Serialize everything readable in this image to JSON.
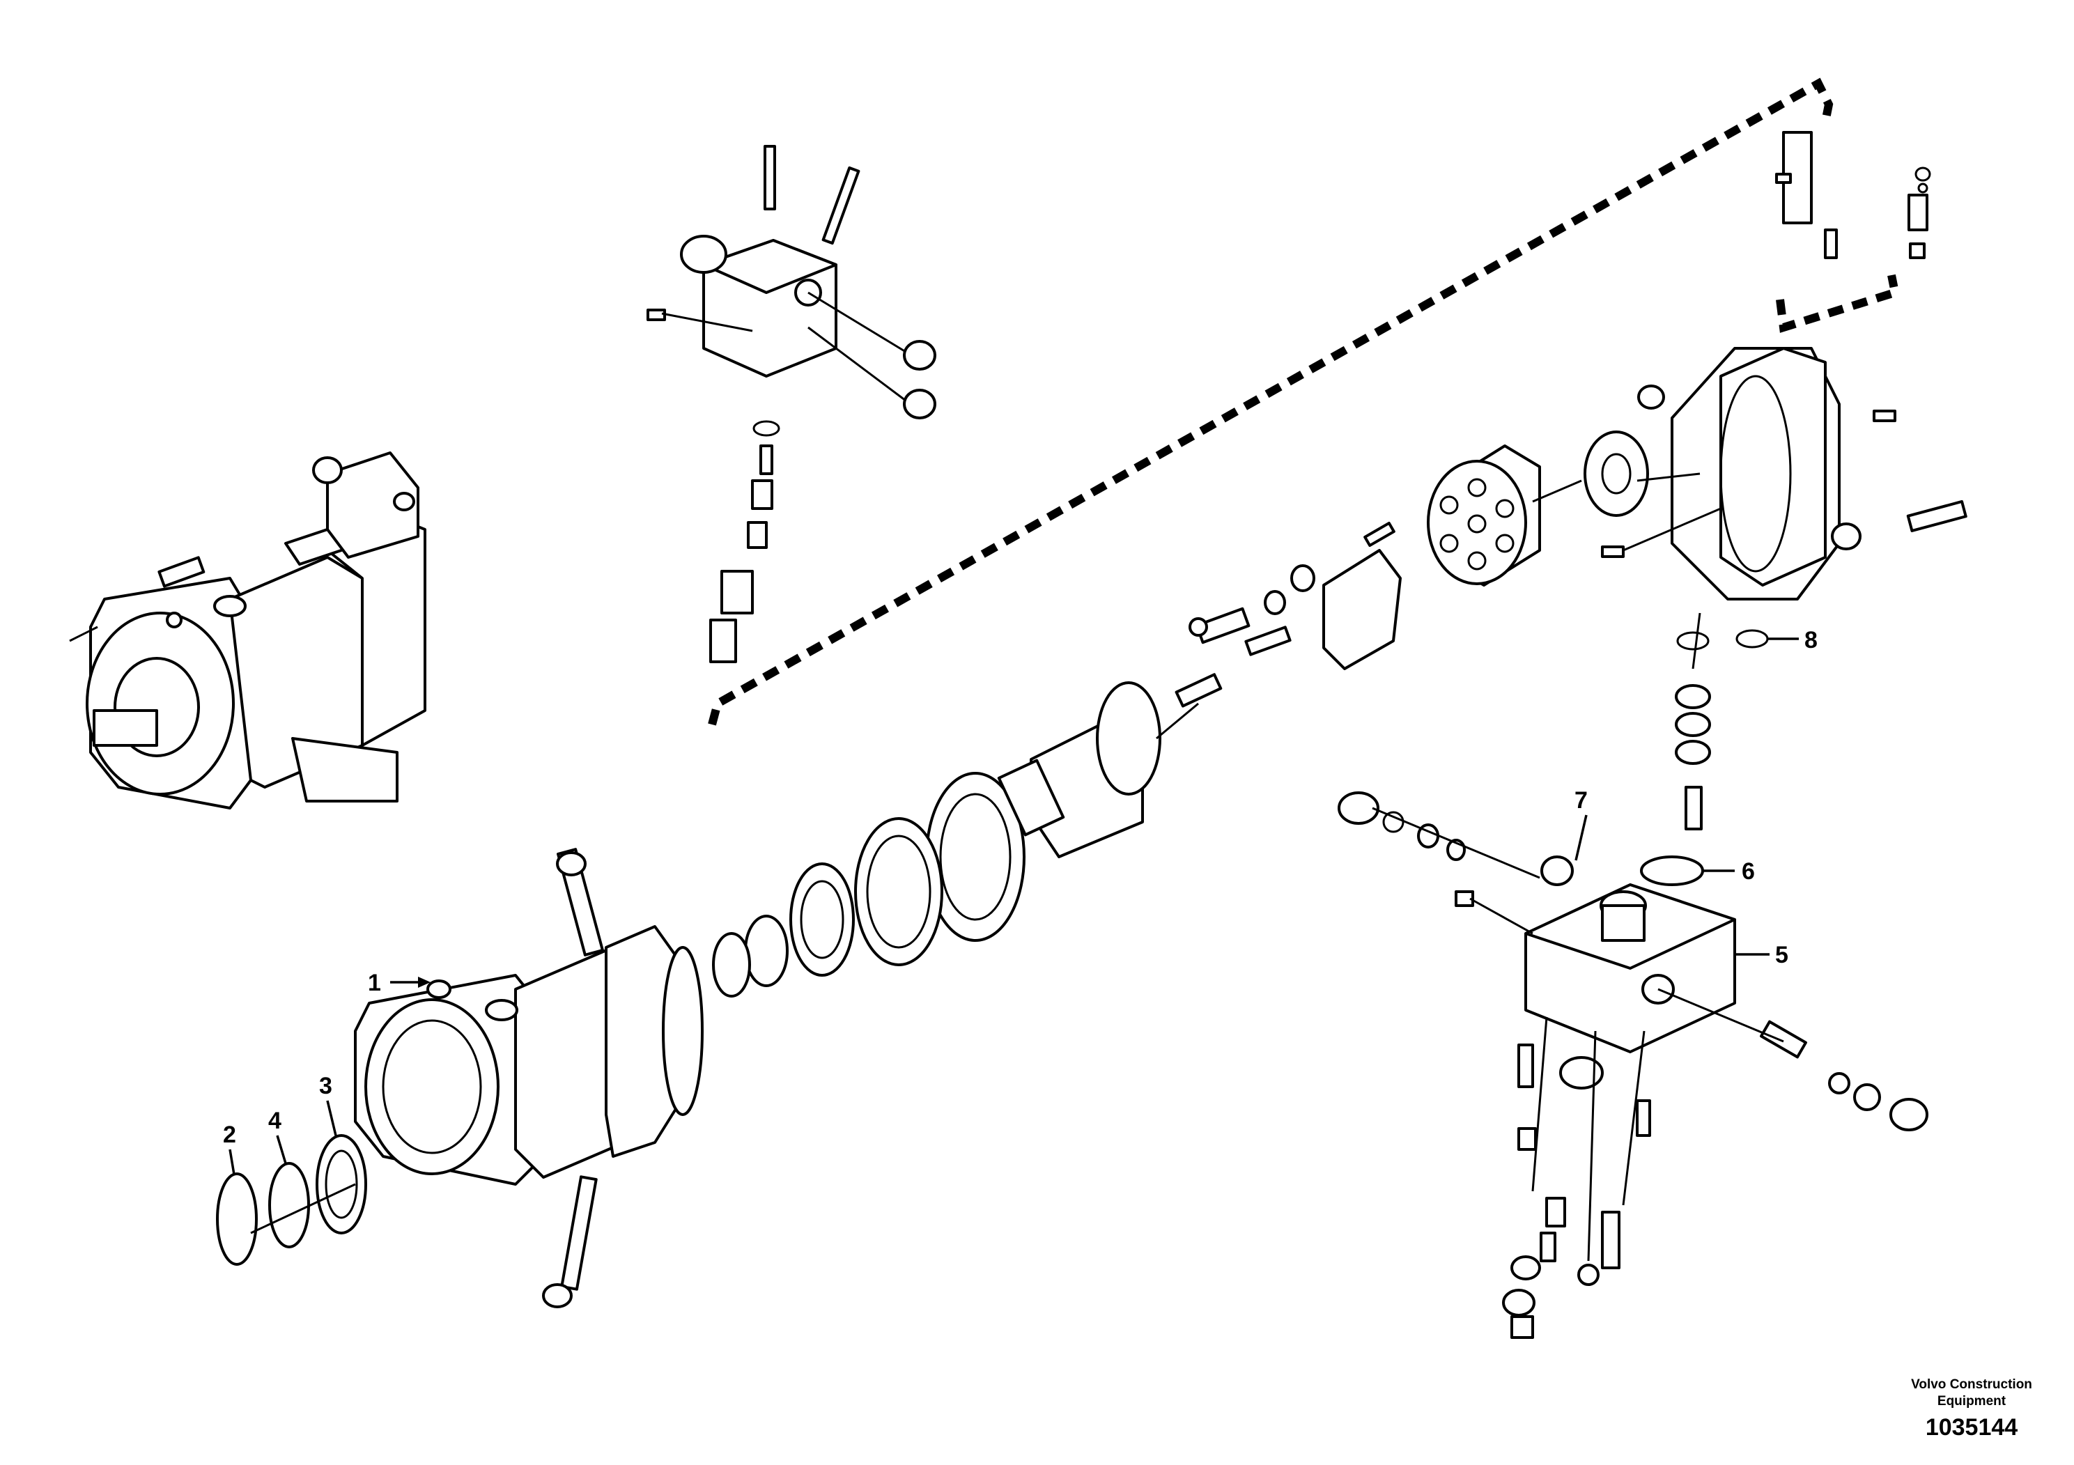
{
  "diagram": {
    "callouts": [
      {
        "id": "1",
        "label": "1"
      },
      {
        "id": "2",
        "label": "2"
      },
      {
        "id": "3",
        "label": "3"
      },
      {
        "id": "4",
        "label": "4"
      },
      {
        "id": "5",
        "label": "5"
      },
      {
        "id": "6",
        "label": "6"
      },
      {
        "id": "7",
        "label": "7"
      },
      {
        "id": "8",
        "label": "8"
      }
    ]
  },
  "footer": {
    "brand_line1": "Volvo Construction",
    "brand_line2": "Equipment",
    "reference_number": "1035144"
  }
}
